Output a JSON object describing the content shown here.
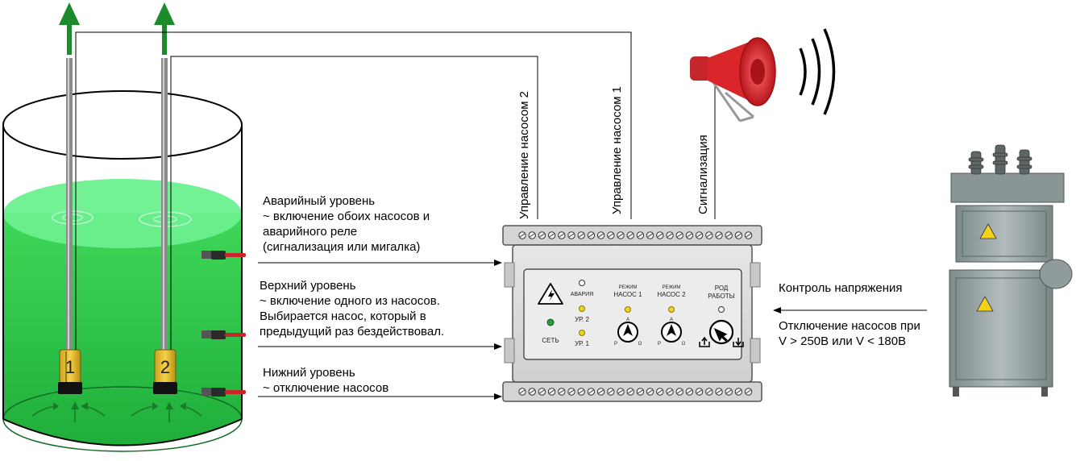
{
  "tank": {
    "sensor1_number": "1",
    "sensor2_number": "2"
  },
  "levels": {
    "emergency": [
      "Аварийный уровень",
      "~ включение обоих насосов и",
      "аварийного реле",
      "(сигнализация или мигалка)"
    ],
    "upper": [
      "Верхний уровень",
      "~ включение одного из насосов.",
      "Выбирается насос, который в",
      "предыдущий раз бездействовал."
    ],
    "lower": [
      "Нижний уровень",
      "~ отключение насосов"
    ]
  },
  "wires": {
    "pump2": "Управление насосом 2",
    "pump1": "Управление насосом 1",
    "alarm": "Сигнализация"
  },
  "voltage": {
    "title": "Контроль напряжения",
    "line1": "Отключение насосов при",
    "line2": "V > 250В или V < 180В"
  },
  "panel": {
    "avaria": "АВАРИЯ",
    "ur2": "УР. 2",
    "ur1": "УР. 1",
    "set": "СЕТЬ",
    "mode": "РЕЖИМ",
    "pump1": "НАСОС 1",
    "pump2": "НАСОС 2",
    "rod1": "РОД",
    "rod2": "РАБОТЫ",
    "dial_a": "А",
    "dial_r": "Р",
    "dial_o": "О"
  },
  "colors": {
    "water": "#2fc64a",
    "water_surface": "#5ff08a",
    "arrow_green": "#1e8f2a",
    "led_yellow": "#f2d21b",
    "led_green": "#2a9a3a",
    "horn_red": "#d8262b"
  }
}
